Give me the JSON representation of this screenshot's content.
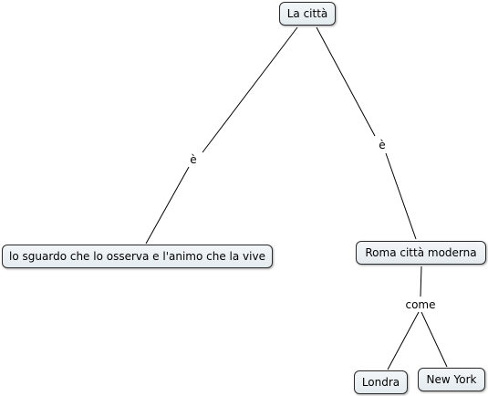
{
  "concepts": {
    "root": "La città",
    "left": "lo sguardo che lo osserva e l'animo che la vive",
    "right": "Roma città moderna",
    "london": "Londra",
    "newyork": "New York"
  },
  "links": {
    "left": "è",
    "right": "è",
    "example": "come"
  }
}
